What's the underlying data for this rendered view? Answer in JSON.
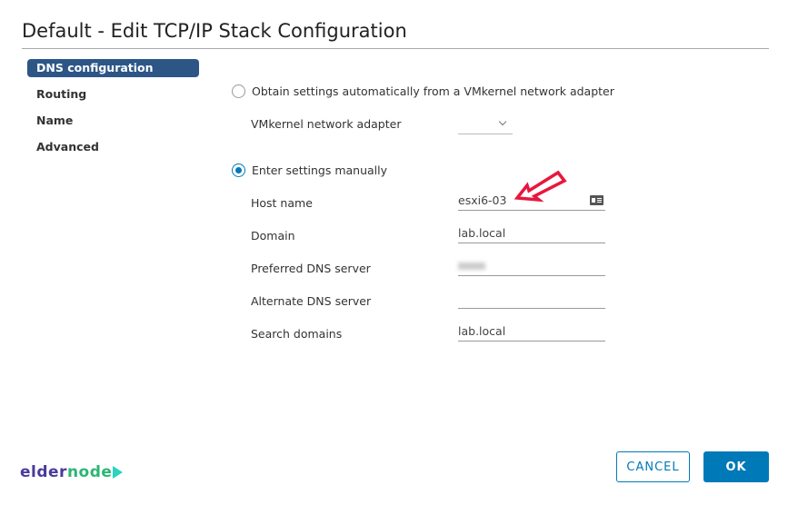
{
  "dialog": {
    "title": "Default - Edit TCP/IP Stack Configuration"
  },
  "nav": {
    "items": [
      {
        "label": "DNS configuration",
        "active": true
      },
      {
        "label": "Routing"
      },
      {
        "label": "Name"
      },
      {
        "label": "Advanced"
      }
    ]
  },
  "form": {
    "option_auto": "Obtain settings automatically from a VMkernel network adapter",
    "vmkernel_label": "VMkernel network adapter",
    "vmkernel_value": "",
    "option_manual": "Enter settings manually",
    "selected_option": "manual",
    "host_name_label": "Host name",
    "host_name": "esxi6-03",
    "domain_label": "Domain",
    "domain": "lab.local",
    "preferred_dns_label": "Preferred DNS server",
    "alternate_dns_label": "Alternate DNS server",
    "alternate_dns": "",
    "search_domains_label": "Search domains",
    "search_domains": "lab.local"
  },
  "buttons": {
    "cancel": "CANCEL",
    "ok": "OK"
  },
  "logo": {
    "part1": "elder",
    "part2": "node"
  },
  "colors": {
    "accent": "#0079b8",
    "nav_active": "#2d5687",
    "annotation_arrow": "#e8173c"
  }
}
